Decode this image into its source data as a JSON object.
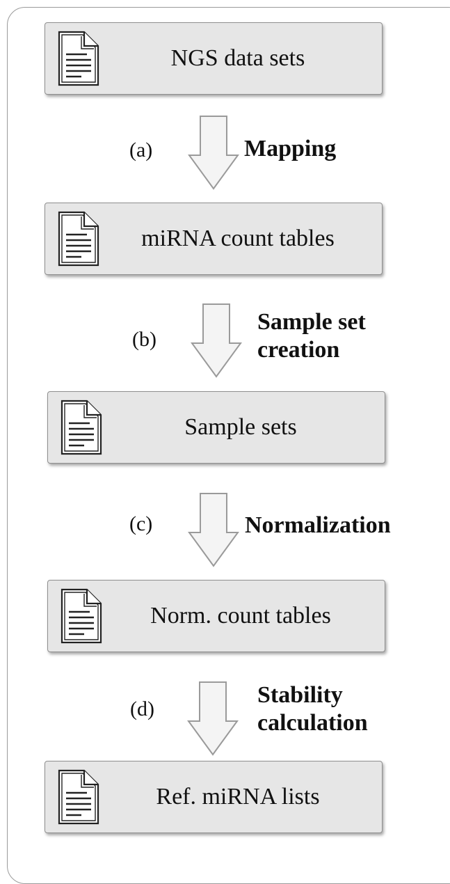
{
  "boxes": [
    {
      "label": "NGS data sets"
    },
    {
      "label": "miRNA count tables"
    },
    {
      "label": "Sample sets"
    },
    {
      "label": "Norm. count tables"
    },
    {
      "label": "Ref. miRNA lists"
    }
  ],
  "steps": [
    {
      "letter": "(a)",
      "name_line1": "Mapping",
      "name_line2": ""
    },
    {
      "letter": "(b)",
      "name_line1": "Sample set",
      "name_line2": "creation"
    },
    {
      "letter": "(c)",
      "name_line1": "Normalization",
      "name_line2": ""
    },
    {
      "letter": "(d)",
      "name_line1": "Stability",
      "name_line2": "calculation"
    }
  ],
  "colors": {
    "box_fill": "#e6e6e6",
    "box_border": "#8f8f8f",
    "arrow_fill": "#f4f4f4",
    "arrow_stroke": "#9a9a9a",
    "frame_border": "#9a9a9a"
  },
  "icons": {
    "box_icon": "document-icon",
    "connector_icon": "down-arrow-icon"
  }
}
